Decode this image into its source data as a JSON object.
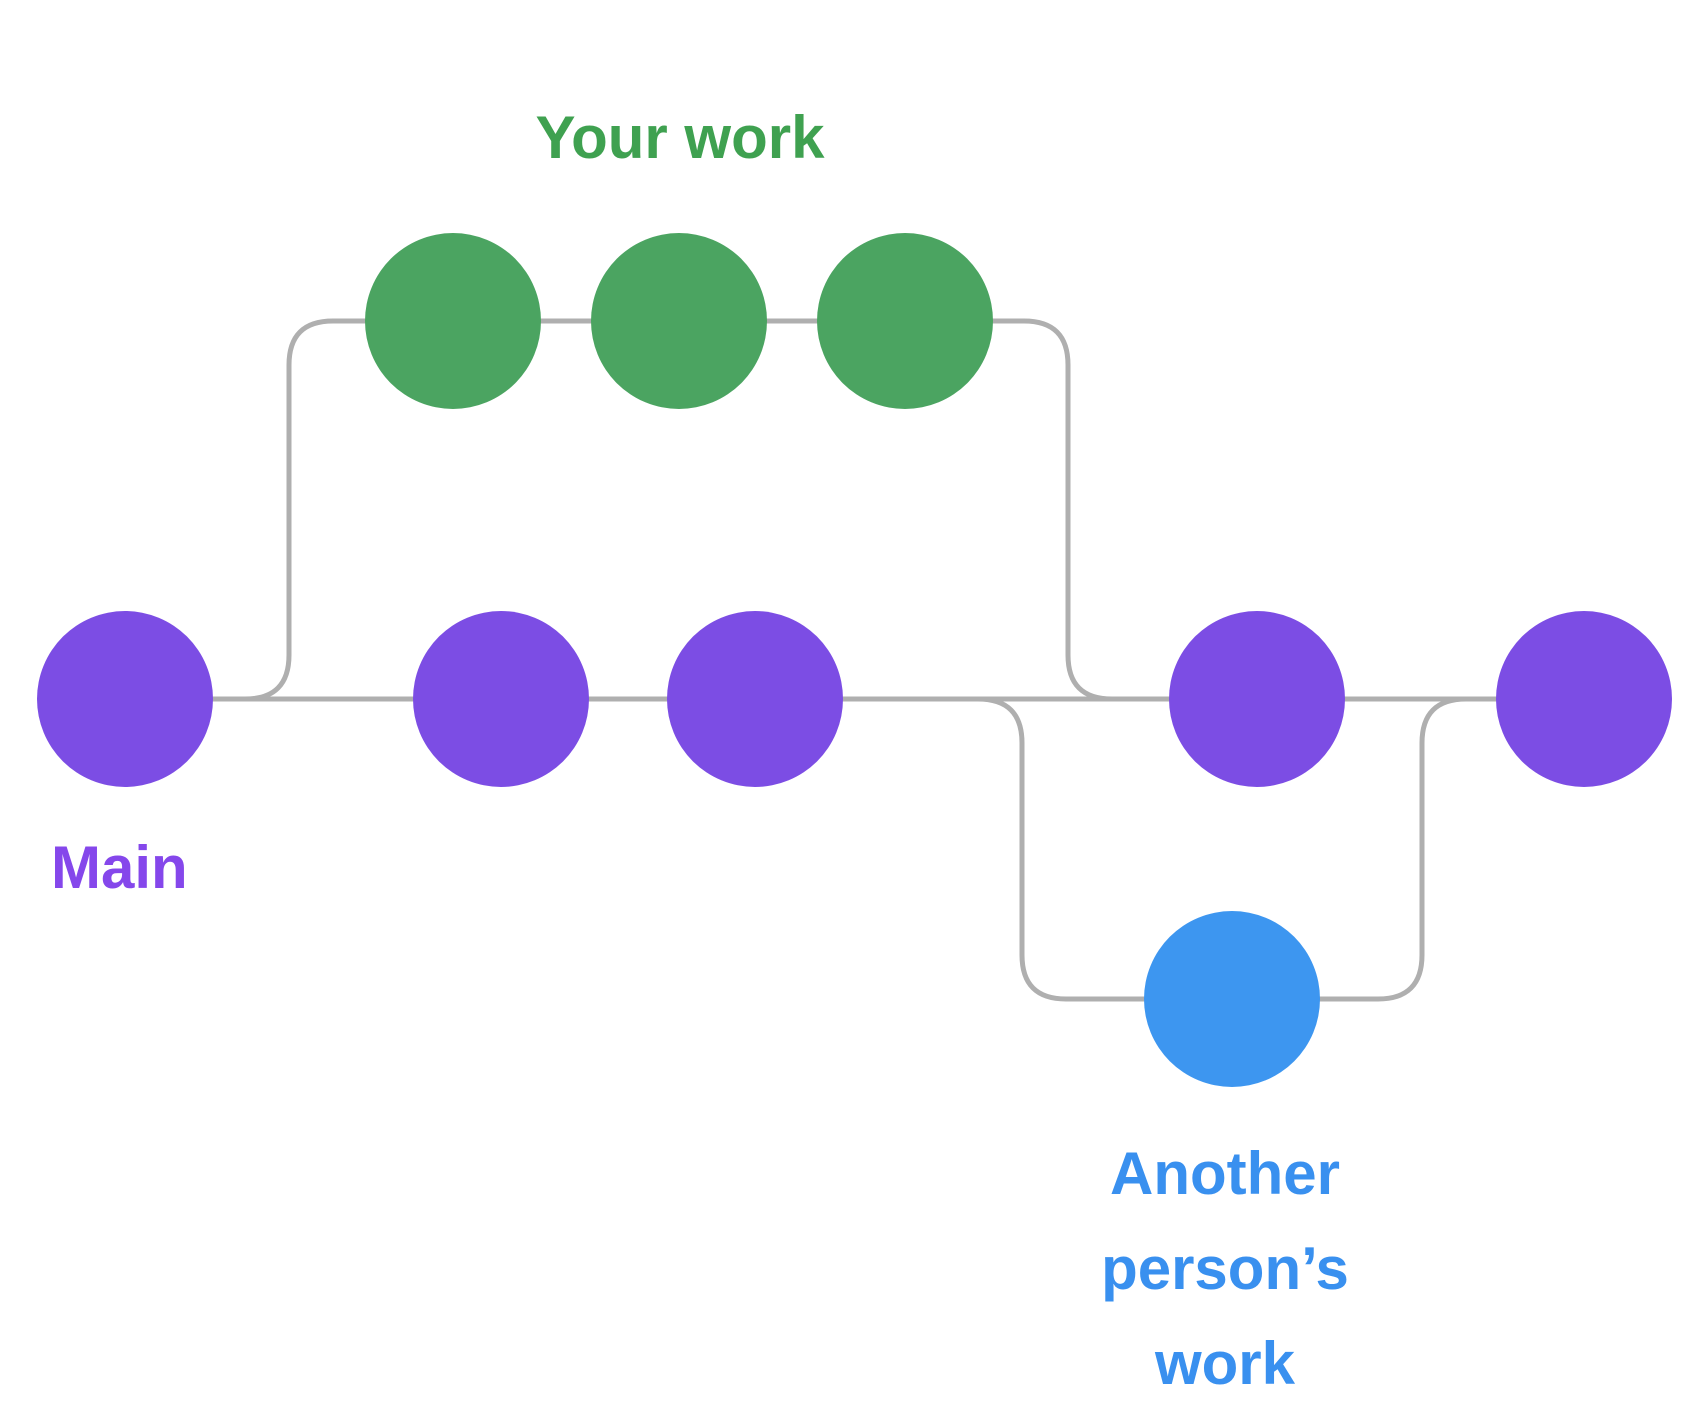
{
  "labels": {
    "main_branch": "Main",
    "your_work_branch": "Your work",
    "other_work_line1": "Another person’s",
    "other_work_line2": "work"
  },
  "colors": {
    "main_commit": "#7C4DE4",
    "main_label": "#8547EB",
    "your_work_commit": "#4BA461",
    "your_work_label": "#3FA150",
    "other_work_commit": "#3D96F0",
    "other_work_label": "#3990EF",
    "connector": "#AFAFAF",
    "background": "#FFFFFF"
  },
  "diagram": {
    "type": "git-branch-graph",
    "branches": [
      {
        "name": "Main",
        "commit_count": 5,
        "row": "middle"
      },
      {
        "name": "Your work",
        "commit_count": 3,
        "row": "top",
        "forks_from": "Main",
        "merges_into": "Main"
      },
      {
        "name": "Another person’s work",
        "commit_count": 1,
        "row": "bottom",
        "forks_from": "Main",
        "merges_into": "Main"
      }
    ]
  }
}
